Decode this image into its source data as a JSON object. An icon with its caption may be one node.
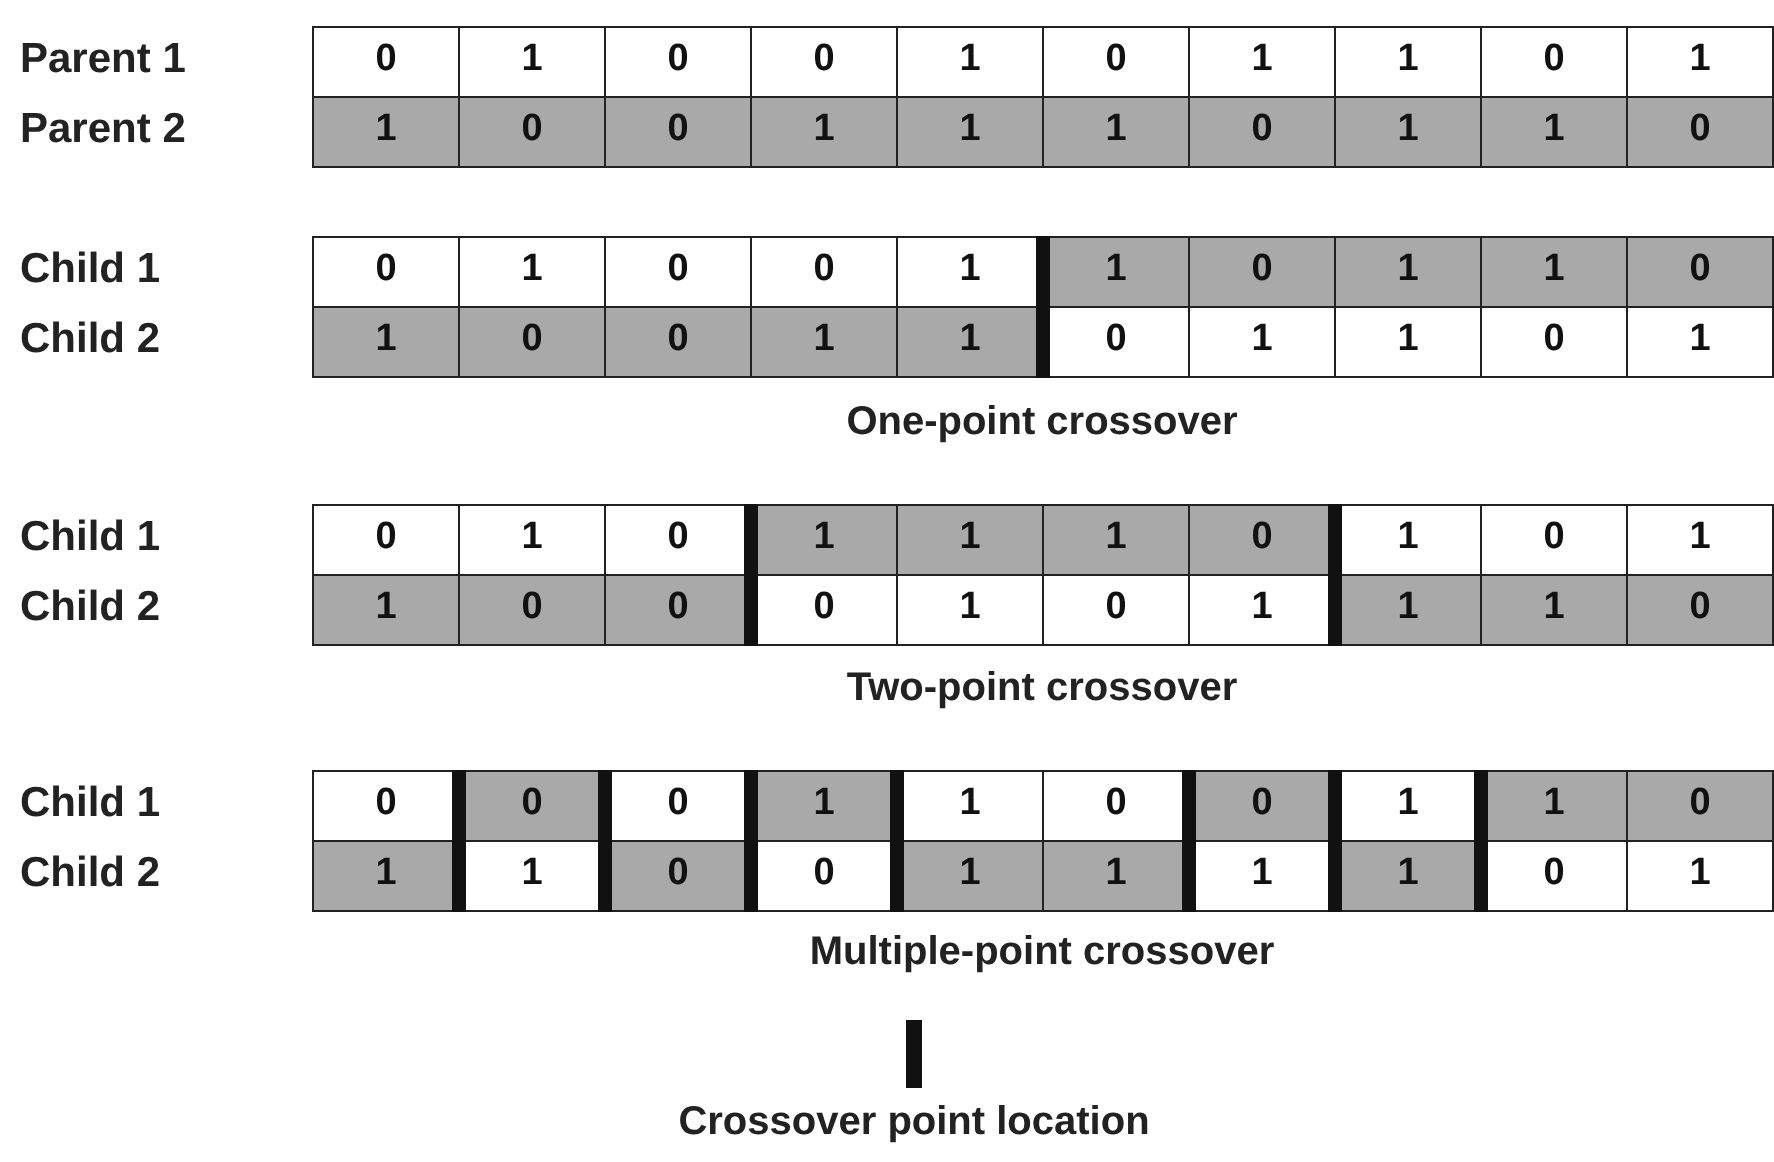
{
  "diagram": {
    "labels": [
      "Parent 1",
      "0",
      "1",
      "0",
      "0",
      "1",
      "0",
      "1",
      "1",
      "0",
      "1",
      "Parent 2",
      "1",
      "0",
      "0",
      "1",
      "1",
      "1",
      "0",
      "1",
      "1",
      "0",
      "Child 1",
      "0",
      "1",
      "0",
      "0",
      "1",
      "1",
      "0",
      "1",
      "1",
      "0",
      "Child 2",
      "1",
      "0",
      "0",
      "1",
      "1",
      "0",
      "1",
      "1",
      "0",
      "1",
      "One-point crossover",
      "Child 1",
      "0",
      "1",
      "0",
      "1",
      "1",
      "1",
      "0",
      "1",
      "0",
      "1",
      "Child 2",
      "1",
      "0",
      "0",
      "0",
      "1",
      "0",
      "1",
      "1",
      "1",
      "0",
      "Two-point crossover",
      "Child 1",
      "0",
      "0",
      "0",
      "1",
      "1",
      "0",
      "0",
      "1",
      "1",
      "0",
      "Child 2",
      "1",
      "1",
      "0",
      "0",
      "1",
      "1",
      "1",
      "1",
      "0",
      "1",
      "Multiple-point crossover"
    ],
    "legend": [
      {
        "text": "Crossover point location"
      }
    ]
  }
}
